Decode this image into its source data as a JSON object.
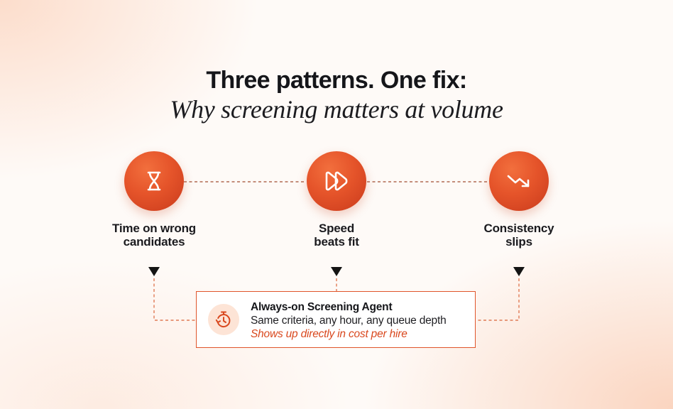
{
  "title": {
    "main": "Three patterns. One fix:",
    "sub": "Why screening matters at volume"
  },
  "nodes": [
    {
      "icon": "hourglass-icon",
      "label_line1": "Time on wrong",
      "label_line2": "candidates"
    },
    {
      "icon": "fast-forward-icon",
      "label_line1": "Speed",
      "label_line2": "beats fit"
    },
    {
      "icon": "trending-down-icon",
      "label_line1": "Consistency",
      "label_line2": "slips"
    }
  ],
  "agent": {
    "icon": "timer-refresh-icon",
    "title": "Always-on Screening Agent",
    "description": "Same criteria, any hour, any queue depth",
    "tagline": "Shows up directly in cost per hire"
  },
  "colors": {
    "accent": "#e5542a",
    "accent_dark": "#c93a1c",
    "text": "#15161a",
    "tagline": "#d9481e",
    "connector": "#e07a55"
  }
}
